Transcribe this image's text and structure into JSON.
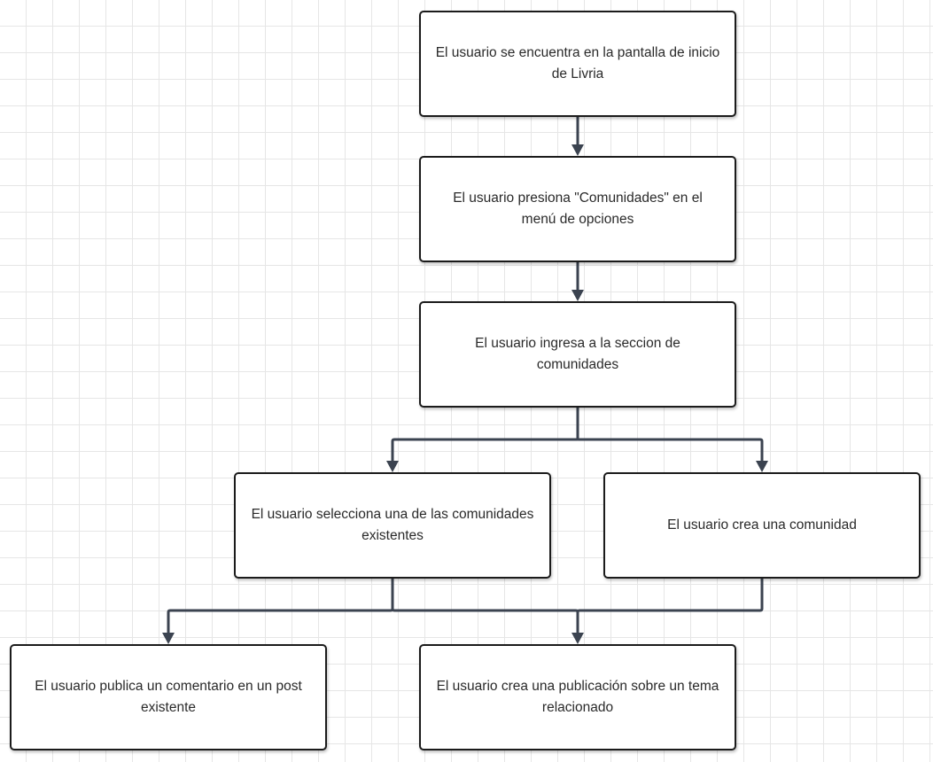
{
  "diagram": {
    "nodes": [
      {
        "id": "n1",
        "label": "El usuario se encuentra en la pantalla de inicio de Livria"
      },
      {
        "id": "n2",
        "label": "El usuario presiona \"Comunidades\" en el menú de opciones"
      },
      {
        "id": "n3",
        "label": "El usuario ingresa a la seccion de comunidades"
      },
      {
        "id": "n4",
        "label": "El usuario selecciona una de las comunidades existentes"
      },
      {
        "id": "n5",
        "label": "El usuario crea una comunidad"
      },
      {
        "id": "n6",
        "label": "El usuario publica un comentario en un post existente"
      },
      {
        "id": "n7",
        "label": "El usuario crea una publicación sobre un tema relacionado"
      }
    ],
    "edges": [
      {
        "from": "n1",
        "to": "n2"
      },
      {
        "from": "n2",
        "to": "n3"
      },
      {
        "from": "n3",
        "to": "n4"
      },
      {
        "from": "n3",
        "to": "n5"
      },
      {
        "from": "n4",
        "to": "n6"
      },
      {
        "from": "n4",
        "to": "n7"
      },
      {
        "from": "n5",
        "to": "n7"
      }
    ],
    "colors": {
      "connector": "#3b4350",
      "node_border": "#1b1b1b",
      "text": "#2a2a2a"
    }
  }
}
